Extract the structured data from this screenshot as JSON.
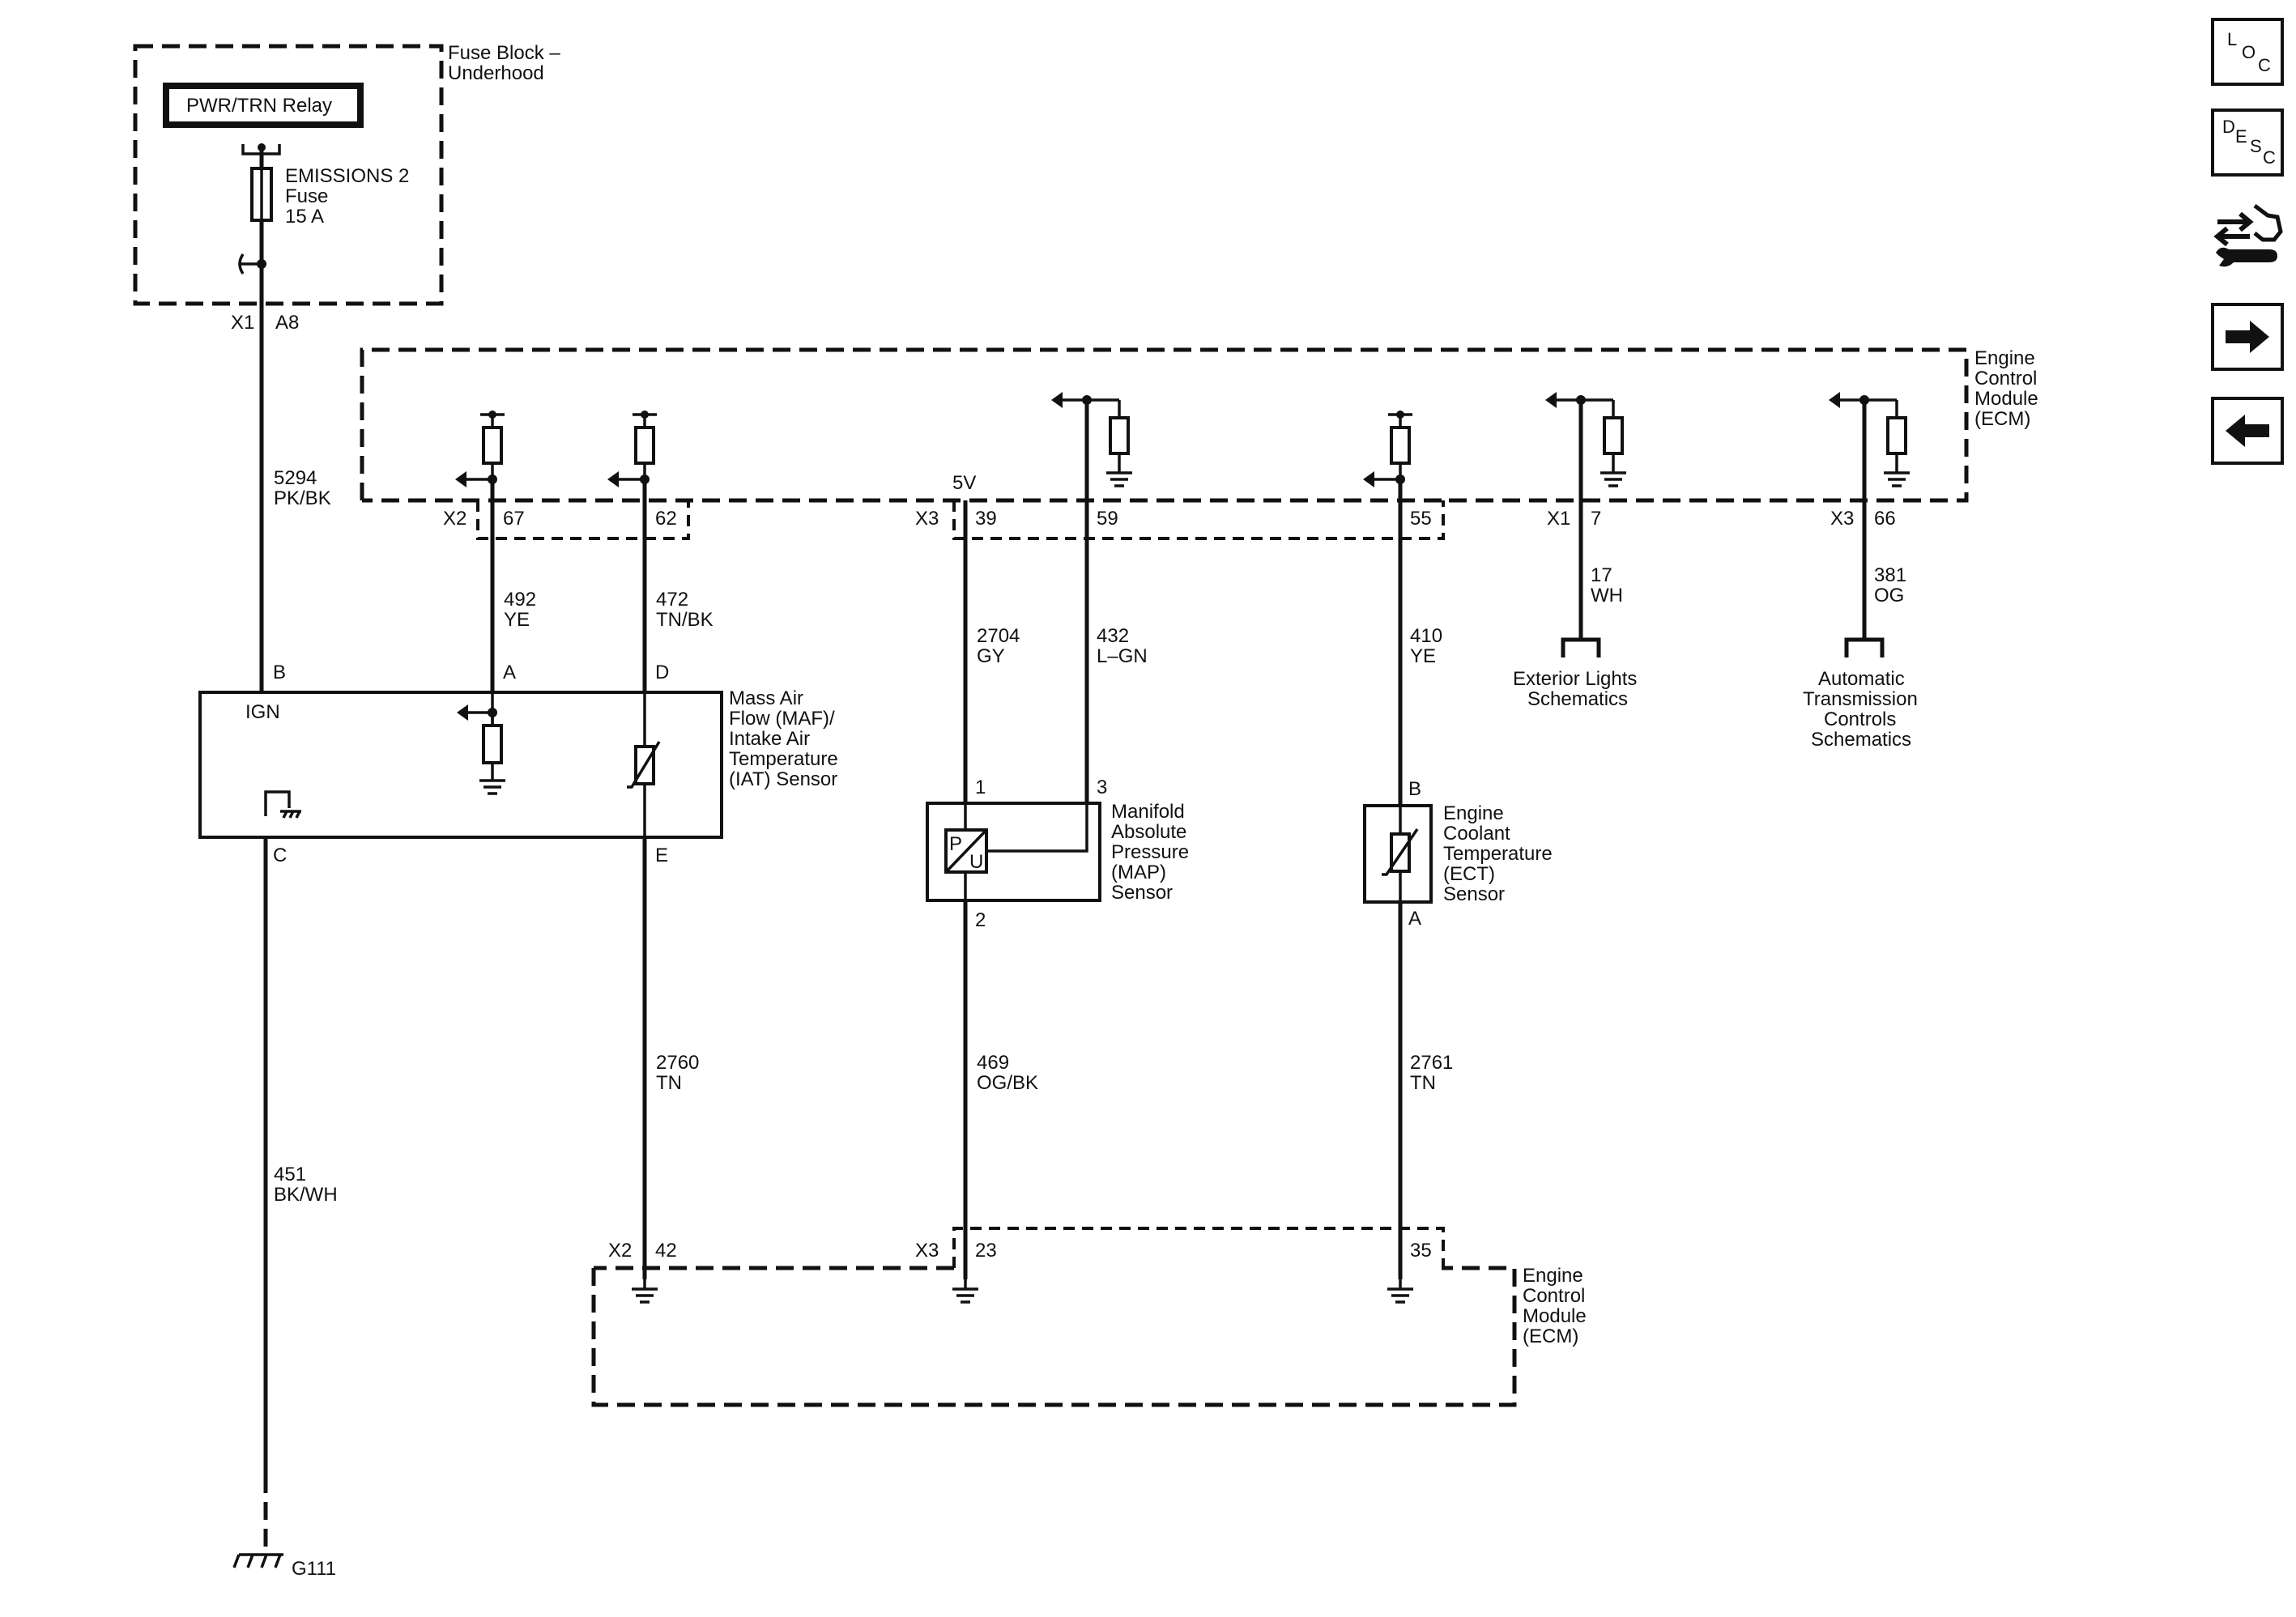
{
  "fuse_block": {
    "title_line1": "Fuse Block –",
    "title_line2": "Underhood",
    "relay": "PWR/TRN Relay",
    "fuse_name": "EMISSIONS 2",
    "fuse_type": "Fuse",
    "fuse_rating": "15 A",
    "conn": "X1",
    "pin": "A8"
  },
  "ecm_top": {
    "line1": "Engine",
    "line2": "Control",
    "line3": "Module",
    "line4": "(ECM)"
  },
  "ecm_bottom": {
    "line1": "Engine",
    "line2": "Control",
    "line3": "Module",
    "line4": "(ECM)"
  },
  "ecm_pins": {
    "x2": "X2",
    "p67": "67",
    "p62": "62",
    "x3a": "X3",
    "vref": "5V",
    "p39": "39",
    "p59": "59",
    "p55": "55",
    "x1": "X1",
    "p7": "7",
    "x3b": "X3",
    "p66": "66",
    "x2b": "X2",
    "p42": "42",
    "x3c": "X3",
    "p23": "23",
    "p35": "35"
  },
  "wires": {
    "w5294": {
      "circuit": "5294",
      "color": "PK/BK"
    },
    "w492": {
      "circuit": "492",
      "color": "YE"
    },
    "w472": {
      "circuit": "472",
      "color": "TN/BK"
    },
    "w2704": {
      "circuit": "2704",
      "color": "GY"
    },
    "w432": {
      "circuit": "432",
      "color": "L–GN"
    },
    "w410": {
      "circuit": "410",
      "color": "YE"
    },
    "w17": {
      "circuit": "17",
      "color": "WH"
    },
    "w381": {
      "circuit": "381",
      "color": "OG"
    },
    "w2760": {
      "circuit": "2760",
      "color": "TN"
    },
    "w469": {
      "circuit": "469",
      "color": "OG/BK"
    },
    "w2761": {
      "circuit": "2761",
      "color": "TN"
    },
    "w451": {
      "circuit": "451",
      "color": "BK/WH"
    }
  },
  "maf": {
    "line1": "Mass Air",
    "line2": "Flow (MAF)/",
    "line3": "Intake Air",
    "line4": "Temperature",
    "line5": "(IAT) Sensor",
    "ign": "IGN",
    "pin_b": "B",
    "pin_a": "A",
    "pin_d": "D",
    "pin_c": "C",
    "pin_e": "E"
  },
  "map": {
    "line1": "Manifold",
    "line2": "Absolute",
    "line3": "Pressure",
    "line4": "(MAP)",
    "line5": "Sensor",
    "pin1": "1",
    "pin3": "3",
    "pin2": "2",
    "sym_p": "P",
    "sym_u": "U"
  },
  "ect": {
    "line1": "Engine",
    "line2": "Coolant",
    "line3": "Temperature",
    "line4": "(ECT)",
    "line5": "Sensor",
    "pin_b": "B",
    "pin_a": "A"
  },
  "ref_exterior": {
    "line1": "Exterior Lights",
    "line2": "Schematics"
  },
  "ref_trans": {
    "line1": "Automatic",
    "line2": "Transmission",
    "line3": "Controls",
    "line4": "Schematics"
  },
  "ground": {
    "name": "G111"
  },
  "nav": {
    "loc": {
      "l1": "L",
      "l2": "O",
      "l3": "C",
      "icon": "location-icon"
    },
    "desc": {
      "l1": "D",
      "l2": "E",
      "l3": "S",
      "l4": "C",
      "icon": "description-icon"
    },
    "connector_icon": "connector-wrench-icon",
    "next_icon": "arrow-right-icon",
    "prev_icon": "arrow-left-icon"
  }
}
